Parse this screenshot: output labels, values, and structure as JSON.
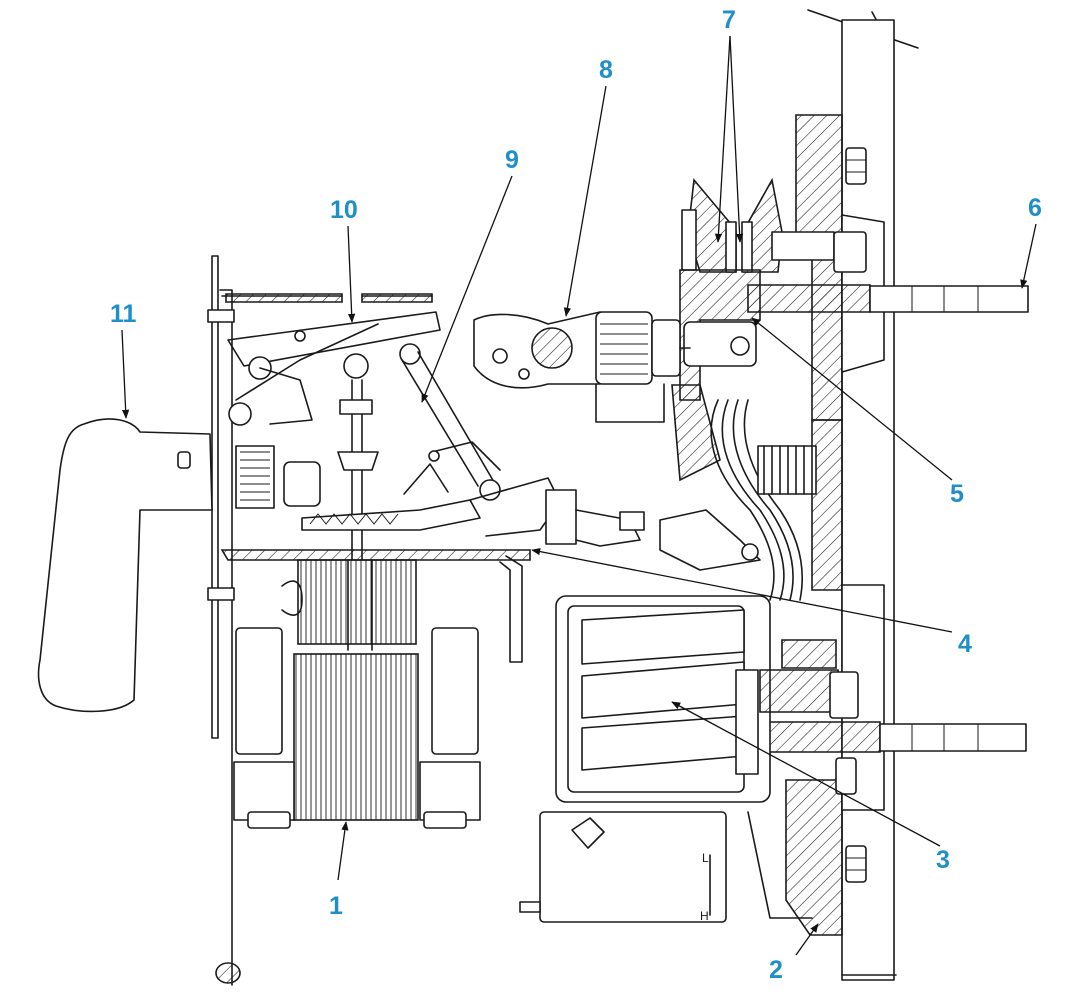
{
  "colors": {
    "callout": "#1e8fc8",
    "line": "#1a1a1a",
    "background": "#ffffff"
  },
  "callouts": [
    {
      "id": "1",
      "label": "1"
    },
    {
      "id": "2",
      "label": "2"
    },
    {
      "id": "3",
      "label": "3"
    },
    {
      "id": "4",
      "label": "4"
    },
    {
      "id": "5",
      "label": "5"
    },
    {
      "id": "6",
      "label": "6"
    },
    {
      "id": "7",
      "label": "7"
    },
    {
      "id": "8",
      "label": "8"
    },
    {
      "id": "9",
      "label": "9"
    },
    {
      "id": "10",
      "label": "10"
    },
    {
      "id": "11",
      "label": "11"
    }
  ],
  "coil_marks": {
    "low": "L",
    "high": "H"
  }
}
